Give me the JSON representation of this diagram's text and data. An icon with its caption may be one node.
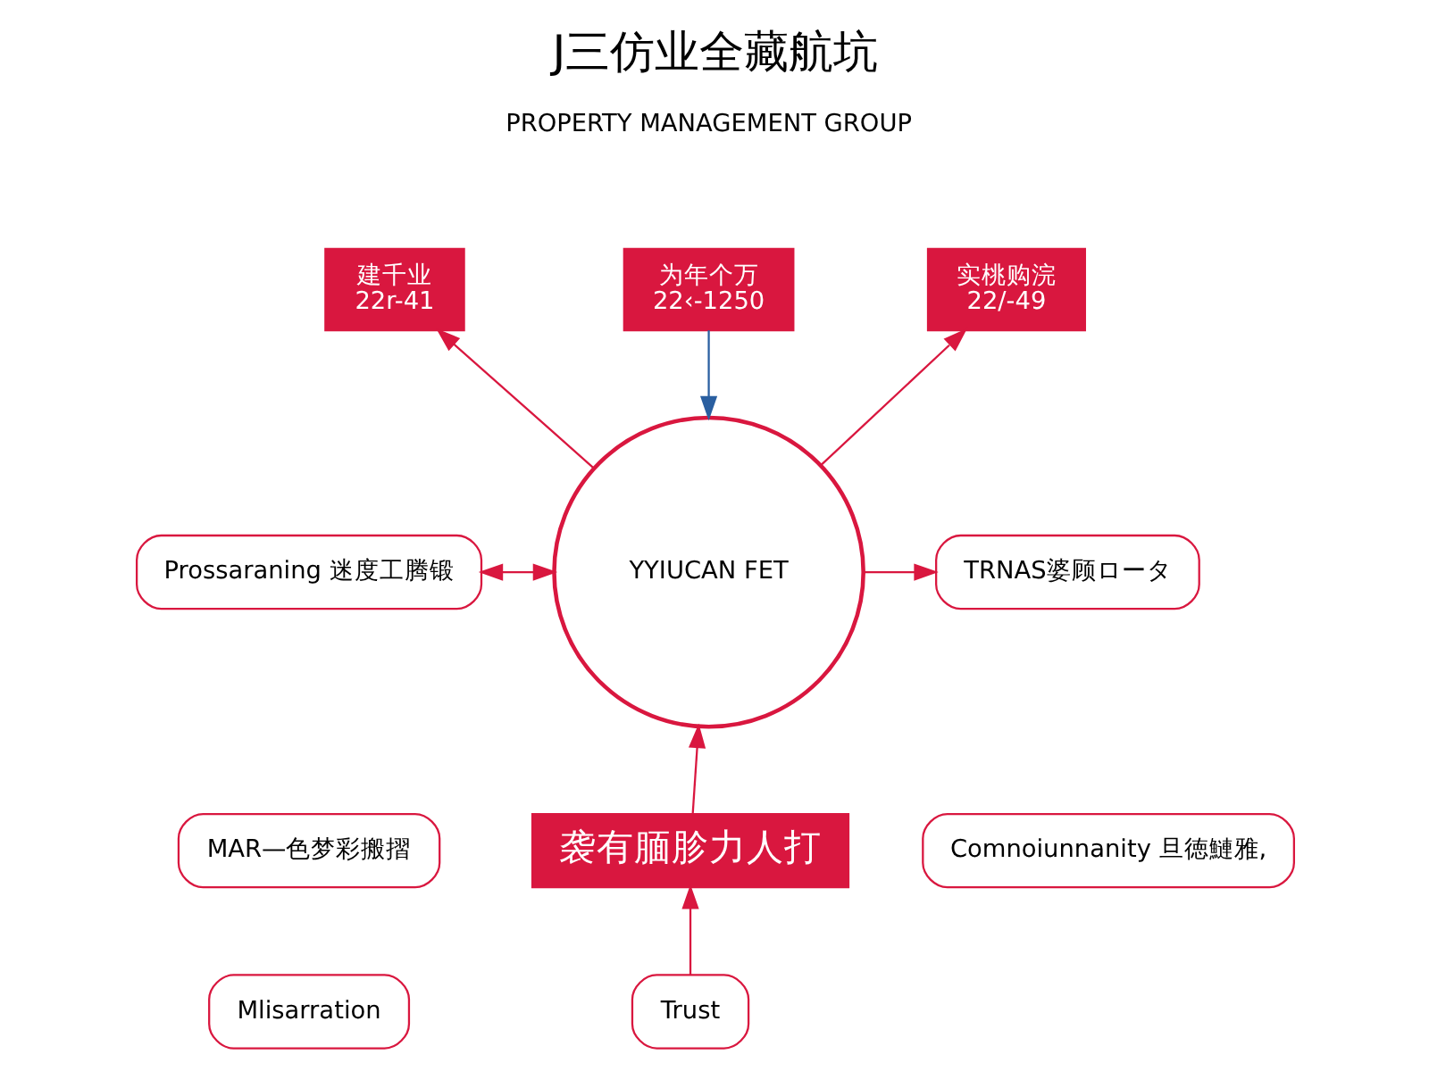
{
  "diagram": {
    "title": "J三仿业全藏航坑",
    "nodes": [
      {
        "text": [
          "建千业",
          "22r-41"
        ]
      },
      {
        "text": [
          "为年个万",
          "22‹-1250"
        ]
      },
      {
        "text": [
          "实桃购浣",
          "22/-49"
        ]
      },
      {
        "text": [
          "YYIUCAN FET"
        ]
      },
      {
        "text": [
          "袭有腼胗力人打"
        ]
      },
      {
        "text": [
          "Prossaraning 迷度工腾锻"
        ]
      },
      {
        "text": [
          "TRNAS婆顾ロータ"
        ]
      },
      {
        "text": [
          "MAR—色梦彩搬摺"
        ]
      },
      {
        "text": [
          "Comnoiunnanity 旦徳鰱雅,"
        ]
      },
      {
        "text": [
          "Mlisarration"
        ]
      },
      {
        "text": [
          "Trust"
        ]
      }
    ],
    "edges": [
      {
        "from": 1,
        "to": 3,
        "arrow": "to",
        "color": "#2a5fa0"
      },
      {
        "from": 3,
        "to": 0,
        "arrow": "to"
      },
      {
        "from": 3,
        "to": 2,
        "arrow": "to"
      },
      {
        "from": 5,
        "to": 3,
        "arrow": "both"
      },
      {
        "from": 3,
        "to": 6,
        "arrow": "to"
      },
      {
        "from": 4,
        "to": 3,
        "arrow": "to"
      },
      {
        "from": 10,
        "to": 4,
        "arrow": "to"
      }
    ],
    "labels": [
      "PROPERTY MANAGEMENT GROUP"
    ]
  }
}
